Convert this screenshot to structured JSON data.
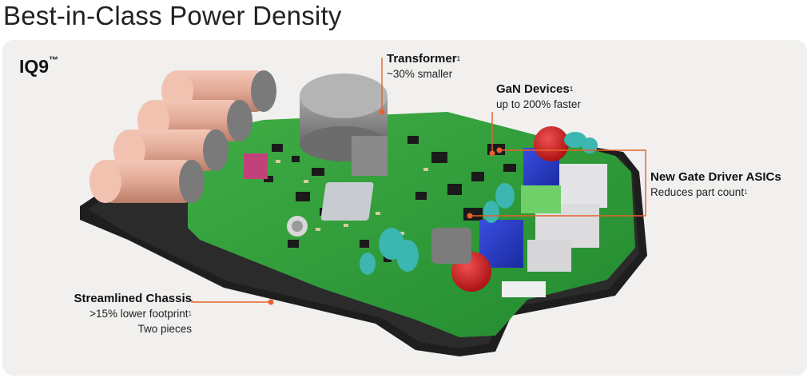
{
  "title": "Best-in-Class Power Density",
  "product": {
    "name": "IQ9",
    "mark": "™"
  },
  "callouts": {
    "transformer": {
      "title": "Transformer",
      "ref": "1",
      "detail": "~30% smaller"
    },
    "gan": {
      "title": "GaN Devices",
      "ref": "1",
      "detail": "up to 200% faster"
    },
    "gate_driver": {
      "title": "New Gate Driver ASICs",
      "detail": "Reduces part count",
      "ref": "1"
    },
    "chassis": {
      "title": "Streamlined Chassis",
      "detail1": ">15% lower footprint",
      "ref": "1",
      "detail2": "Two pieces"
    }
  },
  "colors": {
    "accent": "#e8612c",
    "pcb": "#2e9e3a",
    "chassis": "#1e1e1e",
    "capacitor": "#e2a996",
    "panel": "#f1f0ee"
  }
}
